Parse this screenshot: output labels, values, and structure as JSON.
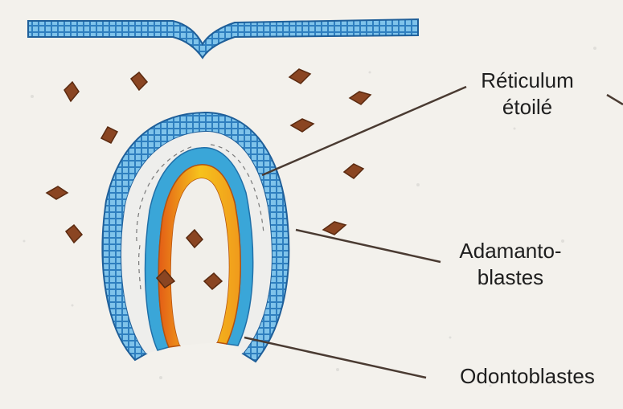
{
  "labels": {
    "reticulum": "Réticulum étoilé",
    "adamantoblastes": "Adamanto- blastes",
    "odontoblastes": "Odontoblastes"
  },
  "colors": {
    "background": "#f3f1ec",
    "epithelium_blue": "#2f7fbf",
    "inner_blue": "#3aa6d8",
    "odontoblast_orange": "#f08c1e",
    "odontoblast_yellow": "#f6c21c",
    "cell_brown": "#7a3b1a",
    "leader_line": "#4a3b32"
  }
}
